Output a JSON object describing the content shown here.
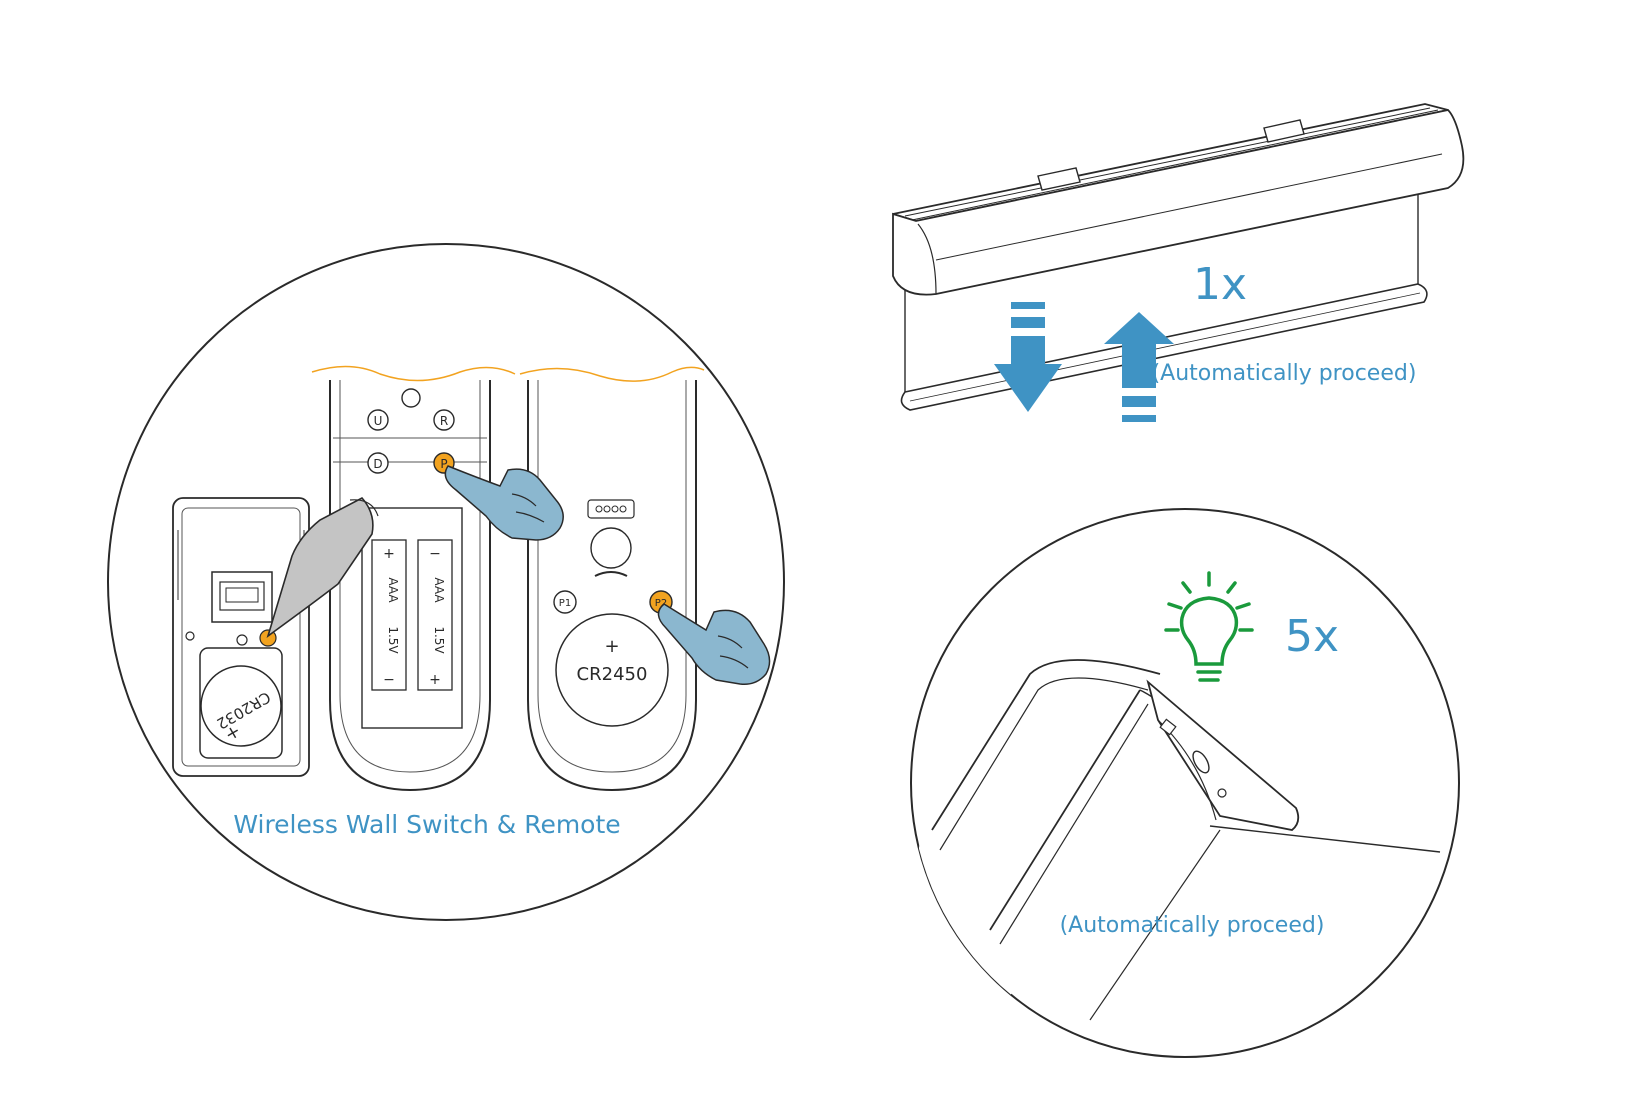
{
  "colors": {
    "accent_blue": "#3f93c4",
    "indicator_green": "#1a9a3c",
    "button_orange": "#f2a320",
    "outline": "#2a2a2a",
    "finger_gray": "#c4c4c4",
    "hand_blue": "#8bb7cf"
  },
  "left_panel": {
    "caption": "Wireless Wall Switch & Remote",
    "wall_switch": {
      "battery_label": "CR2032",
      "battery_polarity": "+"
    },
    "remote_a": {
      "buttons": [
        "U",
        "R",
        "D",
        "P"
      ],
      "battery_type": "AAA",
      "battery_voltage": "1.5V",
      "plus": "+",
      "minus": "−"
    },
    "remote_b": {
      "buttons": [
        "P1",
        "P2"
      ],
      "battery_label": "CR2450",
      "battery_polarity": "+"
    }
  },
  "top_right": {
    "count_label": "1x",
    "note": "(Automatically proceed)"
  },
  "bottom_right": {
    "count_label": "5x",
    "note": "(Automatically proceed)",
    "indicator_icon": "lightbulb-icon"
  }
}
